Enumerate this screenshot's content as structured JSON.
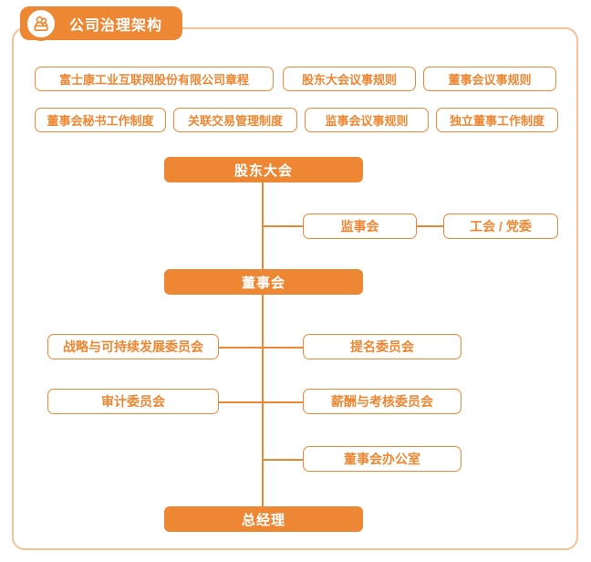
{
  "header": {
    "title": "公司治理架构",
    "icon": "meeting-podium-icon"
  },
  "colors": {
    "accent_orange": "#ED8733",
    "frame_border": "#F7C193",
    "background": "#FFFFFF"
  },
  "policy_rows": {
    "row1": [
      "富士康工业互联网股份有限公司章程",
      "股东大会议事规则",
      "董事会议事规则"
    ],
    "row2": [
      "董事会秘书工作制度",
      "关联交易管理制度",
      "监事会议事规则",
      "独立董事工作制度"
    ]
  },
  "org_chart": {
    "shareholders_meeting": "股东大会",
    "supervisory_board": "监事会",
    "union_party_committee": "工会 / 党委",
    "board_of_directors": "董事会",
    "strategy_committee": "战略与可持续发展委员会",
    "nomination_committee": "提名委员会",
    "audit_committee": "审计委员会",
    "remuneration_committee": "薪酬与考核委员会",
    "board_office": "董事会办公室",
    "general_manager": "总经理"
  }
}
